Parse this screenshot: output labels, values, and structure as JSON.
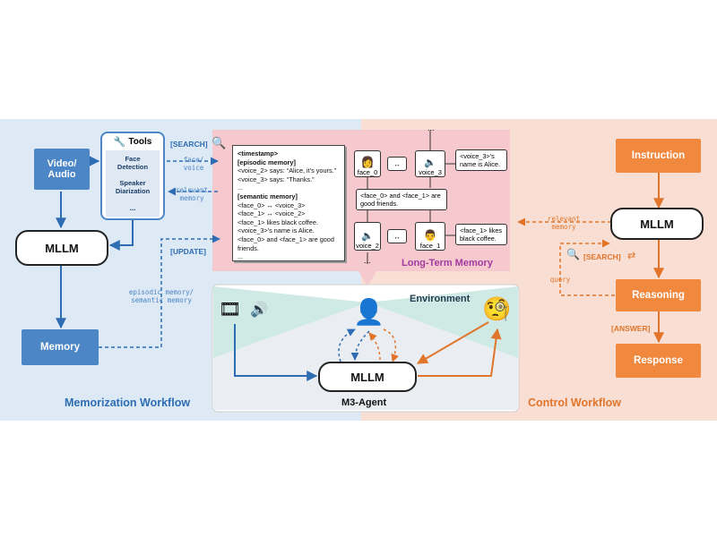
{
  "memorization": {
    "title": "Memorization Workflow",
    "video_audio": "Video/\nAudio",
    "mllm": "MLLM",
    "memory": "Memory",
    "tools_title": "Tools",
    "tools": [
      "Face\nDetection",
      "Speaker\nDiarization",
      "..."
    ],
    "search_tag": "[SEARCH]",
    "update_tag": "[UPDATE]",
    "face_voice": "face/\nvoice",
    "relevant_memory": "relevant\nmemory",
    "episodic_semantic": "episodic memory/\nsemantic memory"
  },
  "memory_card": {
    "timestamp": "<timestamp>",
    "episodic_header": "[episodic memory]",
    "episodic_lines": [
      "<voice_2> says: “Alice, it's yours.”",
      "<voice_3> says: “Thanks.”",
      "..."
    ],
    "semantic_header": "[semantic memory]",
    "semantic_lines": [
      "<face_0> ↔ <voice_3>",
      "<face_1> ↔ <voice_2>",
      "<face_1> likes black coffee.",
      "<voice_3>'s name is Alice.",
      "<face_0> and <face_1> are good",
      "friends.",
      "..."
    ]
  },
  "long_term_memory": {
    "title": "Long-Term Memory",
    "nodes": {
      "face_0": "face_0",
      "voice_3": "voice_3",
      "voice_2": "voice_2",
      "face_1": "face_1"
    },
    "link": "↔",
    "bubble_top": "<voice_3>'s\nname is Alice.",
    "bubble_mid": "<face_0> and <face_1> are\ngood friends.",
    "bubble_bot": "<face_1> likes\nblack coffee.",
    "dots": "..."
  },
  "agent": {
    "environment": "Environment",
    "mllm": "MLLM",
    "name": "M3-Agent"
  },
  "control": {
    "title": "Control Workflow",
    "instruction": "Instruction",
    "mllm": "MLLM",
    "reasoning": "Reasoning",
    "response": "Response",
    "relevant_memory": "relevant\nmemory",
    "search_tag": "[SEARCH]",
    "query": "query",
    "answer_tag": "[ANSWER]"
  },
  "colors": {
    "blue": "#4c86c6",
    "orange": "#f0883e",
    "pink": "#f6c9cf",
    "purple": "#a33ba0"
  }
}
